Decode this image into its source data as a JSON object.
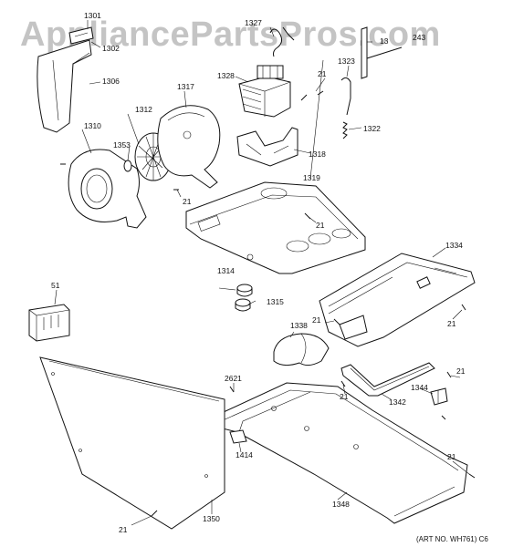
{
  "watermark": "AppliancePartsPros.com",
  "art_number": "(ART NO. WH761) C6",
  "callouts": {
    "c1301": "1301",
    "c1302": "1302",
    "c1306": "1306",
    "c1310": "1310",
    "c1312": "1312",
    "c1353": "1353",
    "c1317": "1317",
    "c21_blower": "21",
    "c1327": "1327",
    "c1328": "1328",
    "c21_motor": "21",
    "c1318": "1318",
    "c1319": "1319",
    "c21_base": "21",
    "c1323": "1323",
    "c1322": "1322",
    "c_partial": "13",
    "c243": "243",
    "c51": "51",
    "c1314": "1314",
    "c1315": "1315",
    "c1334": "1334",
    "c21_duct_a": "21",
    "c21_duct_b": "21",
    "c1338": "1338",
    "c2621": "2621",
    "c21_bracket": "21",
    "c1342": "1342",
    "c21_right": "21",
    "c1344": "1344",
    "c1414": "1414",
    "c21_frame": "21",
    "c1348": "1348",
    "c1350": "1350",
    "c21_panel": "21"
  }
}
